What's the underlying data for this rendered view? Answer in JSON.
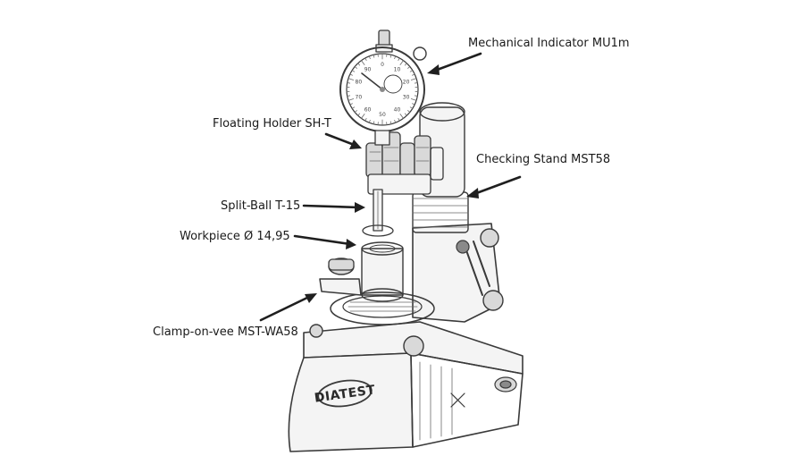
{
  "brand_logo": "DIATEST",
  "labels": {
    "indicator": "Mechanical Indicator MU1m",
    "floating_holder": "Floating Holder SH-T",
    "checking_stand": "Checking Stand MST58",
    "split_ball": "Split-Ball T-15",
    "workpiece": "Workpiece Ø 14,95",
    "clamp": "Clamp-on-vee MST-WA58"
  },
  "dial": {
    "numbers": [
      "0",
      "10",
      "20",
      "30",
      "40",
      "50",
      "60",
      "70",
      "80",
      "90"
    ]
  }
}
